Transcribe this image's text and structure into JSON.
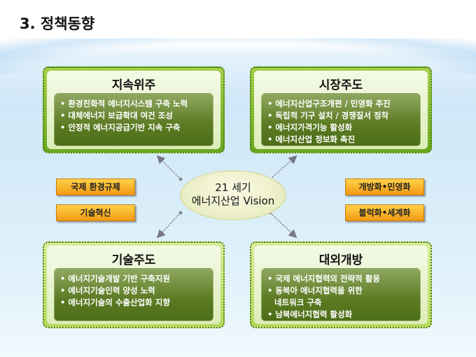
{
  "title": "3. 정책동향",
  "center": {
    "line1": "21 세기",
    "line2": "에너지산업 Vision"
  },
  "boxes": [
    {
      "heading": "지속위주",
      "items": [
        "• 환경친화적 에너지시스템 구축 노력",
        "• 대체에너지 보급확대 여건 조성",
        "• 안정적 에너지공급기반 지속 구축"
      ]
    },
    {
      "heading": "시장주도",
      "items": [
        "• 에너지산업구조개편 / 민영화 추진",
        "• 독립적 기구 설치 / 경쟁질서 정착",
        "• 에너지가격기능 활성화",
        "• 에너지산업 정보화 촉진"
      ]
    },
    {
      "heading": "기술주도",
      "items": [
        "• 에너지기술개발 기반 구축지원",
        "• 에너지기술인력 양성 노력",
        "• 에너지기술의 수출산업화 지향"
      ]
    },
    {
      "heading": "대외개방",
      "items": [
        "• 국제 에너지협력의 전략적 활용",
        "• 동북아 에너지협력을 위한",
        "네트워크 구축",
        "• 남북에너지협력 활성화"
      ]
    }
  ],
  "tags": {
    "left": [
      "국제 환경규제",
      "기술혁신"
    ],
    "right": [
      "개방화•민영화",
      "블럭화•세계화"
    ]
  }
}
